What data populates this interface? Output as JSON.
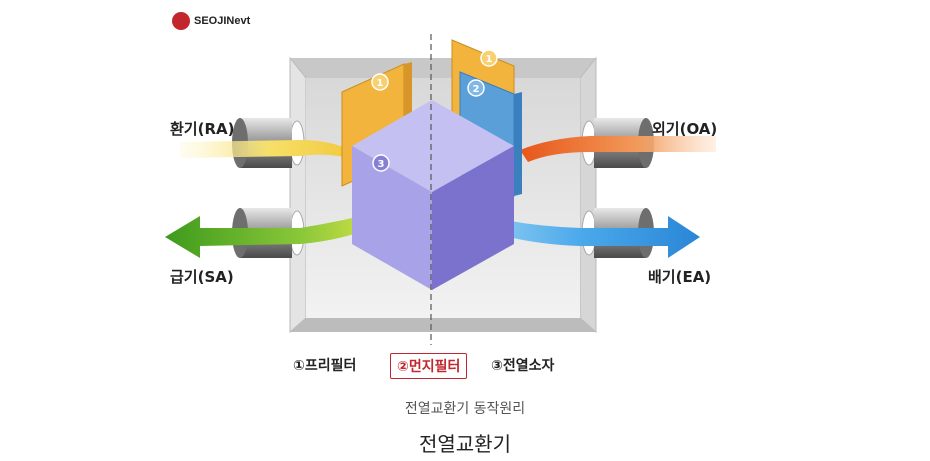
{
  "logo": {
    "text": "SEOJINevt",
    "color": "#c1272d"
  },
  "labels": {
    "ra": "환기(RA)",
    "oa": "외기(OA)",
    "sa": "급기(SA)",
    "ea": "배기(EA)"
  },
  "badges": {
    "one": "1",
    "two": "2",
    "three": "3"
  },
  "legend": {
    "item1": "①프리필터",
    "item2": "②먼지필터",
    "item3": "③전열소자"
  },
  "captions": {
    "sub": "전열교환기 동작원리",
    "main": "전열교환기"
  },
  "colors": {
    "accent": "#c1272d",
    "prefilter": "#f2b43c",
    "dustfilter": "#5a9fd8",
    "element": "#8c87d8",
    "supply": "#6dbb2a",
    "exhaust": "#2f8fdd",
    "outdoor": "#ee6a1c",
    "return": "#f0d33a"
  }
}
